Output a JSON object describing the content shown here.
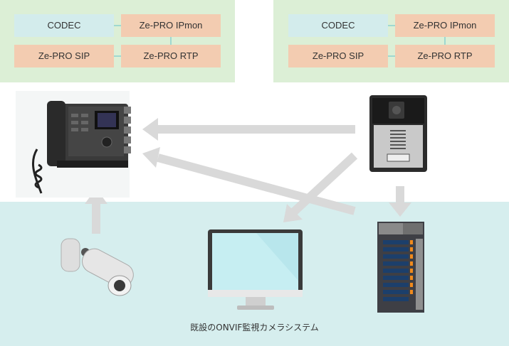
{
  "stacks": [
    {
      "codec": "CODEC",
      "ipmon": "Ze-PRO IPmon",
      "sip": "Ze-PRO SIP",
      "rtp": "Ze-PRO RTP"
    },
    {
      "codec": "CODEC",
      "ipmon": "Ze-PRO IPmon",
      "sip": "Ze-PRO SIP",
      "rtp": "Ze-PRO RTP"
    }
  ],
  "caption": "既設のONVIF監視カメラシステム",
  "colors": {
    "panel": "#dcefd6",
    "codec": "#d3ecec",
    "protocol": "#f3ccb1",
    "connector": "#9fd8d0",
    "band": "#d6eeee",
    "arrow": "#d9d9d9"
  },
  "icons": [
    "master-station-phone-icon",
    "door-station-icon",
    "nvr-server-icon",
    "monitor-icon",
    "bullet-camera-icon"
  ]
}
